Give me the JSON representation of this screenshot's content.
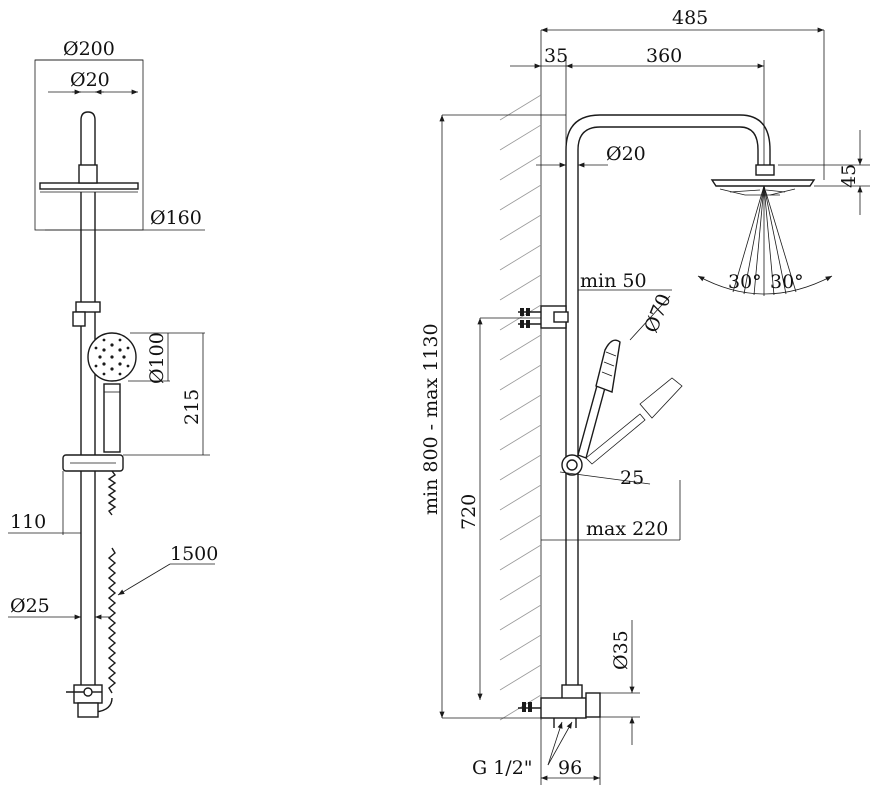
{
  "labels": {
    "d200": "Ø200",
    "d20_top": "Ø20",
    "d160": "Ø160",
    "d100": "Ø100",
    "l215": "215",
    "l110": "110",
    "l1500": "1500",
    "d25": "Ø25",
    "l485": "485",
    "l35": "35",
    "l360": "360",
    "d20_arm": "Ø20",
    "l45": "45",
    "a30_left": "30°",
    "a30_right": "30°",
    "min50": "min 50",
    "d70": "Ø70",
    "height_range": "min 800 - max 1130",
    "l720": "720",
    "l25": "25",
    "max220": "max 220",
    "d35": "Ø35",
    "g12": "G 1/2\"",
    "l96": "96"
  }
}
